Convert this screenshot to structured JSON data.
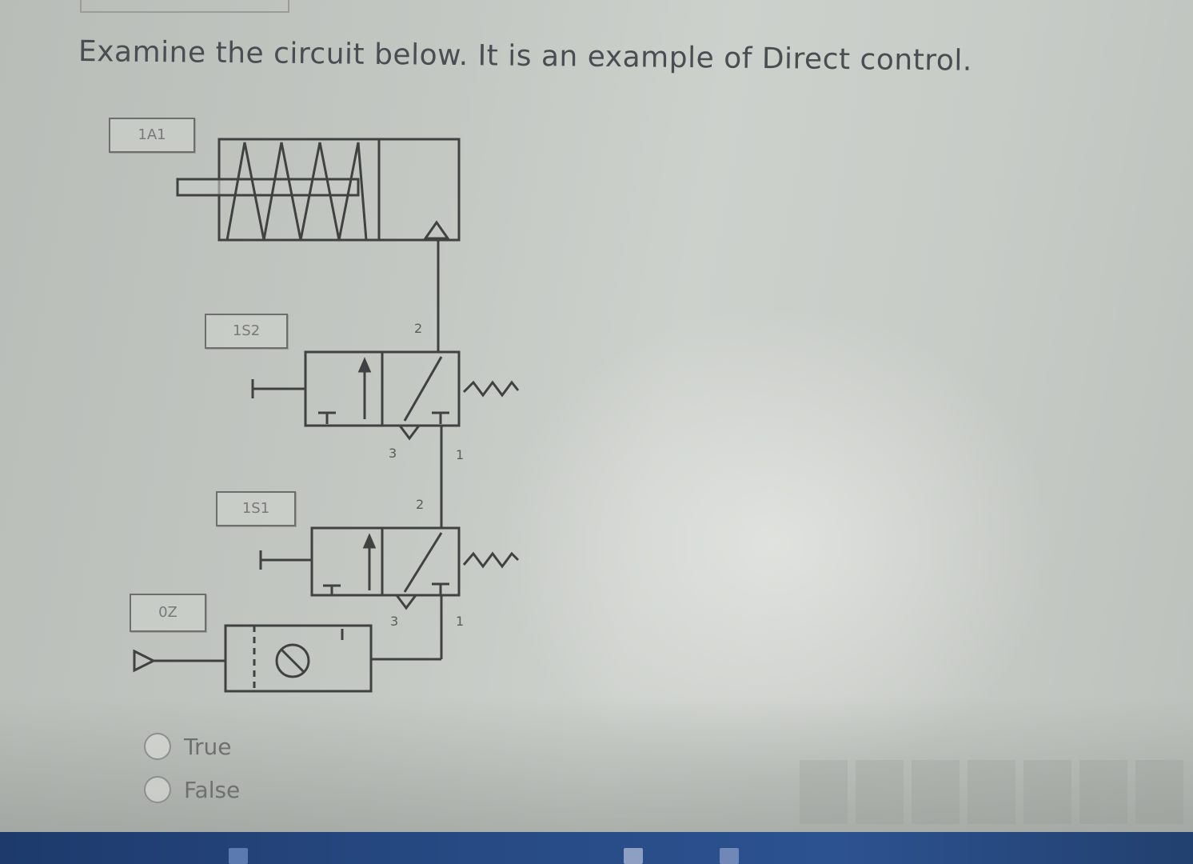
{
  "question": {
    "text": "Examine the circuit below. It is an example of Direct control."
  },
  "circuit": {
    "labels": {
      "cylinder": "1A1",
      "valve_top": "1S2",
      "valve_bottom": "1S1",
      "supply": "0Z"
    },
    "ports": {
      "valve_top_out": "2",
      "valve_top_exhaust": "3",
      "valve_top_in": "1",
      "valve_bottom_out": "2",
      "valve_bottom_exhaust": "3",
      "valve_bottom_in": "1"
    },
    "icons": [
      "single-acting-cylinder-icon",
      "3-2-valve-icon",
      "spring-icon",
      "pushbutton-icon",
      "air-supply-icon",
      "filter-regulator-icon",
      "exhaust-icon"
    ]
  },
  "answers": {
    "options": [
      {
        "label": "True",
        "selected": false
      },
      {
        "label": "False",
        "selected": false
      }
    ]
  }
}
